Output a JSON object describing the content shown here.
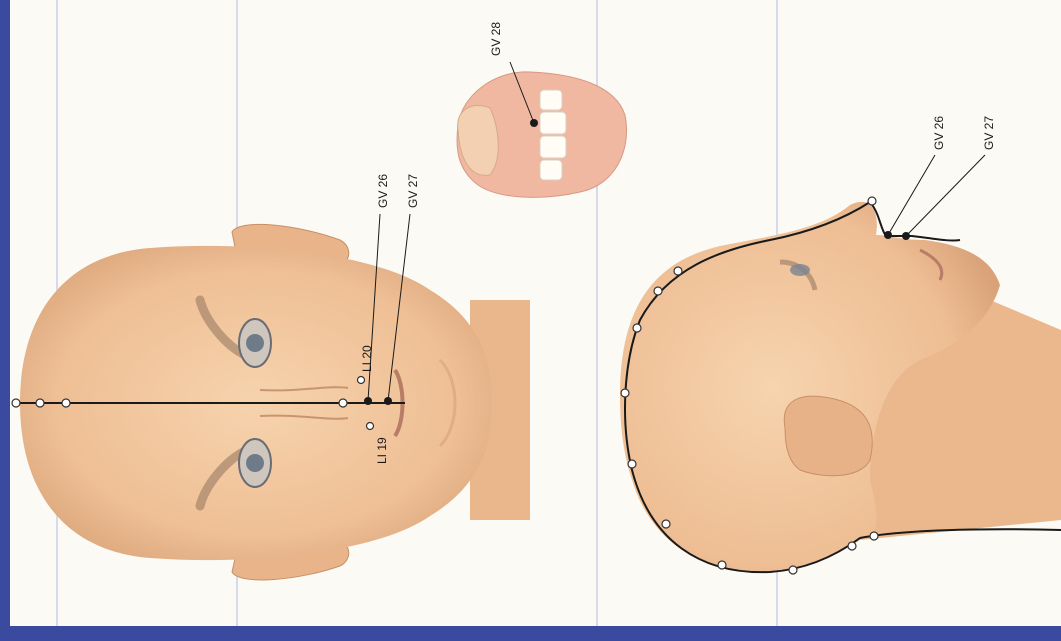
{
  "colors": {
    "frame": "#3a4a9e",
    "paper": "#fbfaf4",
    "skin": "#f2c59c",
    "skin_shade": "#d8a27a",
    "guide_line": "#b3b8e6",
    "meridian": "#1a1a1a"
  },
  "labels": {
    "front_gv26": "GV 26",
    "front_gv27": "GV 27",
    "front_li20": "LI 20",
    "front_li19": "LI 19",
    "inset_gv28": "GV 28",
    "side_gv26": "GV 26",
    "side_gv27": "GV 27"
  },
  "figures": [
    "front-face-view",
    "upper-lip-inset",
    "side-head-view"
  ]
}
